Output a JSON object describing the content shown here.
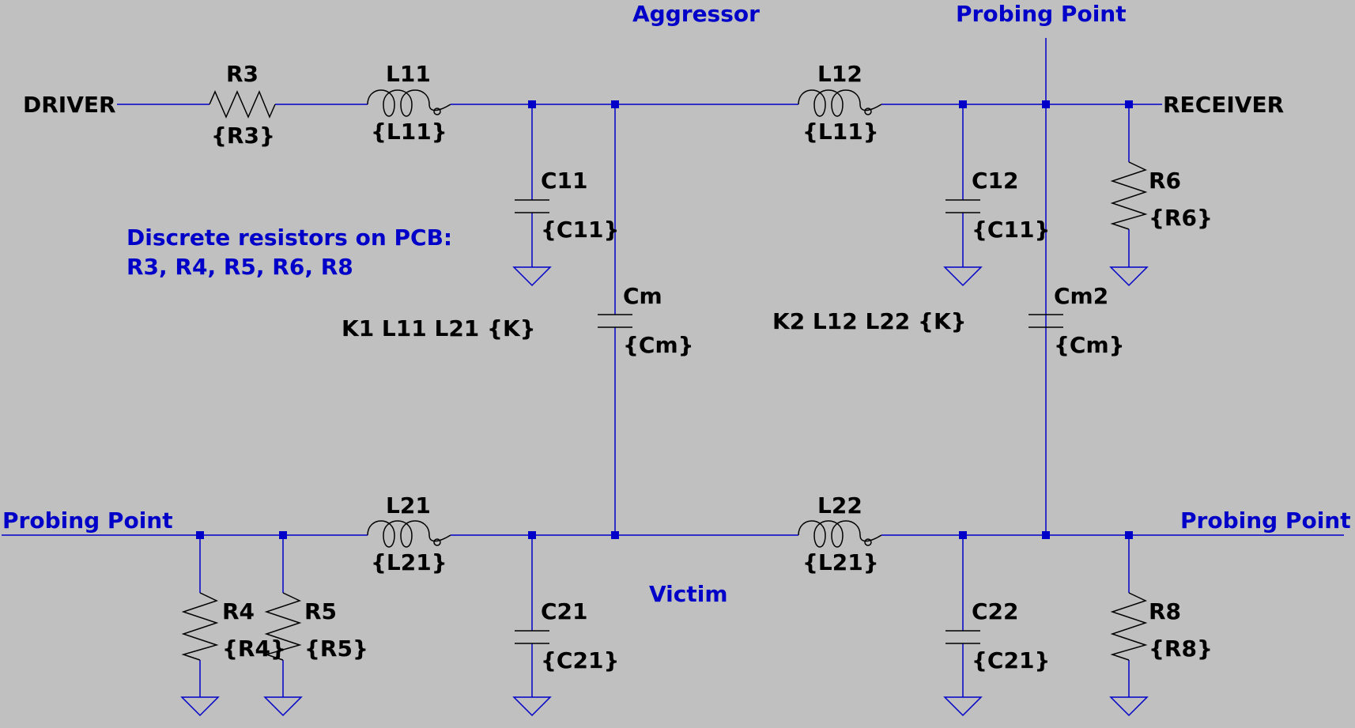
{
  "colors": {
    "background": "#c0c0c0",
    "wire": "#0000c8",
    "component": "#000000",
    "net_label": "#0000c8"
  },
  "nets": {
    "aggressor": "Aggressor",
    "victim": "Victim",
    "probe_top": "Probing Point",
    "probe_left": "Probing Point",
    "probe_right": "Probing Point",
    "driver": "DRIVER",
    "receiver": "RECEIVER"
  },
  "note": {
    "line1": "Discrete resistors on PCB:",
    "line2": "R3, R4, R5, R6, R8"
  },
  "components": {
    "R3": {
      "name": "R3",
      "value": "{R3}"
    },
    "L11": {
      "name": "L11",
      "value": "{L11}"
    },
    "L12": {
      "name": "L12",
      "value": "{L11}"
    },
    "C11": {
      "name": "C11",
      "value": "{C11}"
    },
    "C12": {
      "name": "C12",
      "value": "{C11}"
    },
    "R6": {
      "name": "R6",
      "value": "{R6}"
    },
    "Cm": {
      "name": "Cm",
      "value": "{Cm}"
    },
    "Cm2": {
      "name": "Cm2",
      "value": "{Cm}"
    },
    "L21": {
      "name": "L21",
      "value": "{L21}"
    },
    "L22": {
      "name": "L22",
      "value": "{L21}"
    },
    "C21": {
      "name": "C21",
      "value": "{C21}"
    },
    "C22": {
      "name": "C22",
      "value": "{C21}"
    },
    "R4": {
      "name": "R4",
      "value": "{R4}"
    },
    "R5": {
      "name": "R5",
      "value": "{R5}"
    },
    "R8": {
      "name": "R8",
      "value": "{R8}"
    }
  },
  "directives": {
    "k1": "K1 L11 L21 {K}",
    "k2": "K2 L12 L22 {K}"
  }
}
